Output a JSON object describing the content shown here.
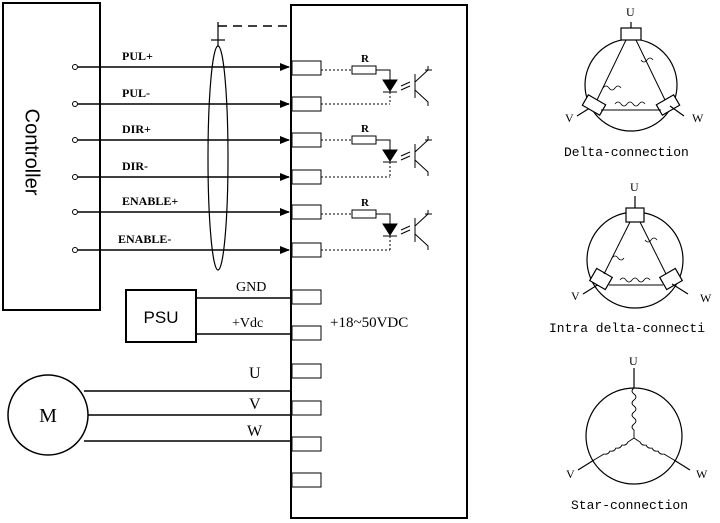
{
  "controller": {
    "label": "Controller"
  },
  "signals": [
    {
      "label": "PUL+"
    },
    {
      "label": "PUL-"
    },
    {
      "label": "DIR+"
    },
    {
      "label": "DIR-"
    },
    {
      "label": "ENABLE+"
    },
    {
      "label": "ENABLE-"
    }
  ],
  "resistor_label": "R",
  "psu": {
    "label": "PSU",
    "gnd": "GND",
    "vdc": "+Vdc"
  },
  "driver": {
    "voltage": "+18~50VDC"
  },
  "motor": {
    "label": "M",
    "phases": [
      "U",
      "V",
      "W"
    ]
  },
  "connections": {
    "delta": {
      "caption": "Delta-connection",
      "u": "U",
      "v": "V",
      "w": "W"
    },
    "intra_delta": {
      "caption": "Intra delta-connecti",
      "u": "U",
      "v": "V",
      "w": "W"
    },
    "star": {
      "caption": "Star-connection",
      "u": "U",
      "v": "V",
      "w": "W"
    }
  }
}
